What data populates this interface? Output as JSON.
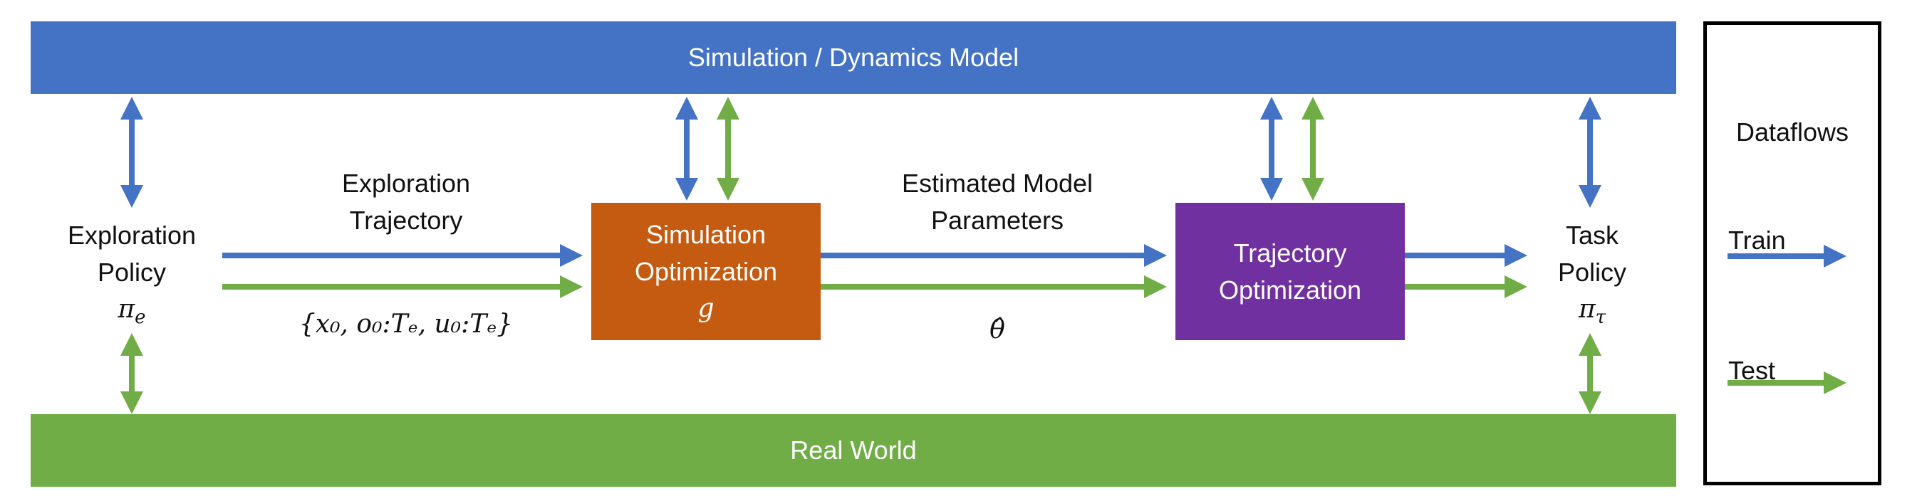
{
  "sim_bar": {
    "label": "Simulation / Dynamics Model",
    "color": "#4472c4"
  },
  "real_bar": {
    "label": "Real World",
    "color": "#70ad47"
  },
  "exploration_policy": {
    "line1": "Exploration",
    "line2": "Policy",
    "symbol": "π",
    "subscript": "e"
  },
  "task_policy": {
    "line1": "Task",
    "line2": "Policy",
    "symbol": "π",
    "subscript": "τ"
  },
  "exploration_trajectory": {
    "line1": "Exploration",
    "line2": "Trajectory"
  },
  "trajectory_math": {
    "text": "{x₀, o₀:Tₑ, u₀:Tₑ}"
  },
  "simulation_optimization": {
    "line1": "Simulation",
    "line2": "Optimization",
    "symbol": "g",
    "color": "#c55a11"
  },
  "estimated_params": {
    "line1": "Estimated Model",
    "line2": "Parameters",
    "symbol": "θ̂"
  },
  "trajectory_optimization": {
    "line1": "Trajectory",
    "line2": "Optimization",
    "color": "#7030a0"
  },
  "legend": {
    "title": "Dataflows",
    "train_label": "Train",
    "test_label": "Test"
  },
  "colors": {
    "train": "#4472c4",
    "test": "#70ad47"
  }
}
